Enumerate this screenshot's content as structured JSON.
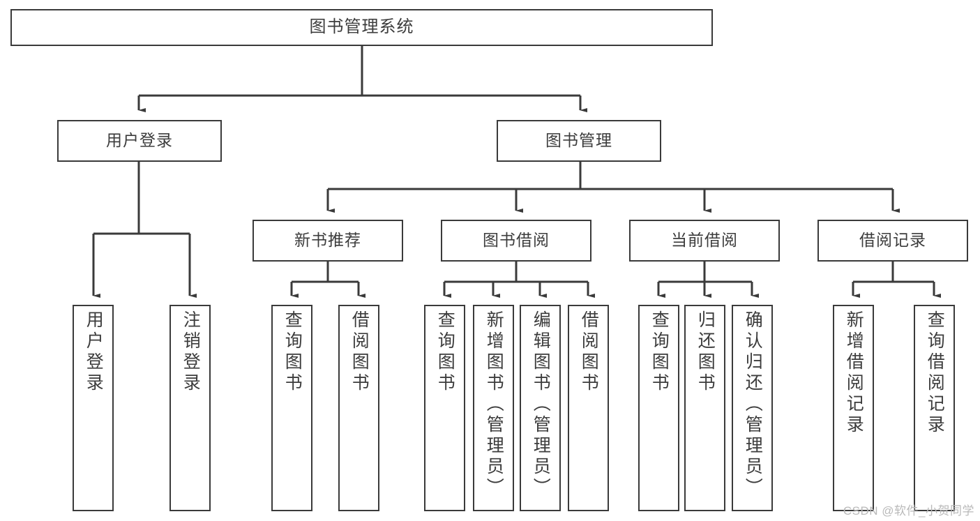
{
  "diagram": {
    "title": "图书管理系统",
    "root": {
      "id": "root",
      "label": "图书管理系统"
    },
    "level1": [
      {
        "id": "user-login",
        "label": "用户登录"
      },
      {
        "id": "book-manage",
        "label": "图书管理"
      }
    ],
    "level2": [
      {
        "id": "new-book-recommend",
        "label": "新书推荐",
        "parent": "book-manage"
      },
      {
        "id": "book-borrow",
        "label": "图书借阅",
        "parent": "book-manage"
      },
      {
        "id": "current-borrow",
        "label": "当前借阅",
        "parent": "book-manage"
      },
      {
        "id": "borrow-record",
        "label": "借阅记录",
        "parent": "book-manage"
      }
    ],
    "leaves": [
      {
        "id": "leaf-user-login",
        "label": "用户登录",
        "parent": "user-login"
      },
      {
        "id": "leaf-user-logout",
        "label": "注销登录",
        "parent": "user-login"
      },
      {
        "id": "leaf-query-book-1",
        "label": "查询图书",
        "parent": "new-book-recommend"
      },
      {
        "id": "leaf-borrow-book-1",
        "label": "借阅图书",
        "parent": "new-book-recommend"
      },
      {
        "id": "leaf-query-book-2",
        "label": "查询图书",
        "parent": "book-borrow"
      },
      {
        "id": "leaf-add-book",
        "label": "新增图书（管理员）",
        "parent": "book-borrow"
      },
      {
        "id": "leaf-edit-book",
        "label": "编辑图书（管理员）",
        "parent": "book-borrow"
      },
      {
        "id": "leaf-borrow-book-2",
        "label": "借阅图书",
        "parent": "book-borrow"
      },
      {
        "id": "leaf-query-book-3",
        "label": "查询图书",
        "parent": "current-borrow"
      },
      {
        "id": "leaf-return-book",
        "label": "归还图书",
        "parent": "current-borrow"
      },
      {
        "id": "leaf-confirm-return",
        "label": "确认归还（管理员）",
        "parent": "current-borrow"
      },
      {
        "id": "leaf-add-record",
        "label": "新增借阅记录",
        "parent": "borrow-record"
      },
      {
        "id": "leaf-query-record",
        "label": "查询借阅记录",
        "parent": "borrow-record"
      }
    ]
  },
  "watermark": {
    "text": "CSDN @软件_小贺同学"
  },
  "colors": {
    "stroke": "#3a3a3a",
    "text": "#3c3c3c",
    "background": "#ffffff",
    "watermark": "#b9b9b9"
  }
}
